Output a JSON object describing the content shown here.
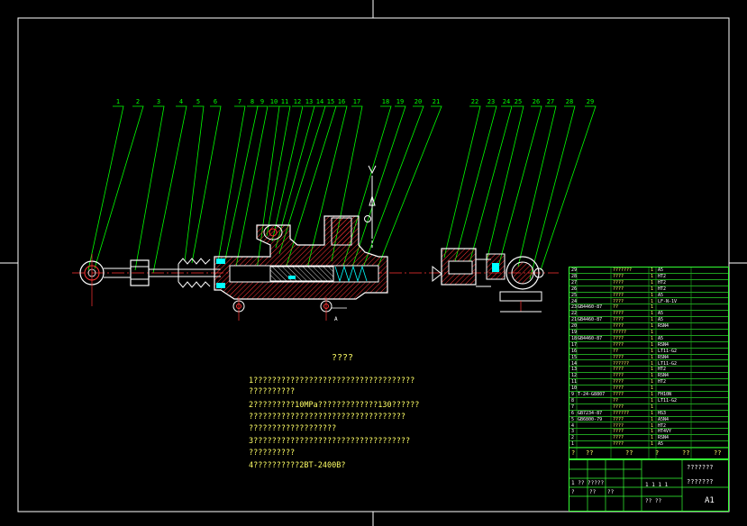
{
  "notes": {
    "title": "????",
    "lines": [
      "1???????????????????????????????????",
      "??????????",
      "2?????????10MPa?????????????130??????",
      "??????????????????????????????????",
      "???????????????????",
      "3??????????????????????????????????",
      "??????????",
      "4??????????2BT-2400B?"
    ]
  },
  "balloon_numbers": [
    "1",
    "2",
    "3",
    "4",
    "5",
    "6",
    "7",
    "8",
    "9",
    "10",
    "11",
    "12",
    "13",
    "14",
    "15",
    "16",
    "17",
    "18",
    "19",
    "20",
    "21",
    "22",
    "23",
    "24",
    "25",
    "26",
    "27",
    "28",
    "29"
  ],
  "section_labels": {
    "cut_top": "A",
    "cut_mark": "A"
  },
  "bom": {
    "rows": [
      {
        "n": "29",
        "code": "",
        "name": "???????",
        "qty": "1",
        "mat": "A5"
      },
      {
        "n": "28",
        "code": "",
        "name": "????",
        "qty": "1",
        "mat": "HT2"
      },
      {
        "n": "27",
        "code": "",
        "name": "????",
        "qty": "1",
        "mat": "HT2"
      },
      {
        "n": "26",
        "code": "",
        "name": "????",
        "qty": "1",
        "mat": "HT2"
      },
      {
        "n": "25",
        "code": "",
        "name": "????",
        "qty": "1",
        "mat": "A5"
      },
      {
        "n": "24",
        "code": "",
        "name": "????",
        "qty": "1",
        "mat": "LF-N-1V"
      },
      {
        "n": "23",
        "code": "GB4460-87",
        "name": "??",
        "qty": "1",
        "mat": ""
      },
      {
        "n": "22",
        "code": "",
        "name": "????",
        "qty": "1",
        "mat": "A5"
      },
      {
        "n": "21",
        "code": "GB4460-87",
        "name": "????",
        "qty": "1",
        "mat": "A5"
      },
      {
        "n": "20",
        "code": "",
        "name": "????",
        "qty": "1",
        "mat": "RSN4"
      },
      {
        "n": "19",
        "code": "",
        "name": "?????",
        "qty": "1",
        "mat": ""
      },
      {
        "n": "18",
        "code": "GB4460-87",
        "name": "????",
        "qty": "1",
        "mat": "A5"
      },
      {
        "n": "17",
        "code": "",
        "name": "????",
        "qty": "1",
        "mat": "RSN4"
      },
      {
        "n": "16",
        "code": "",
        "name": "??",
        "qty": "1",
        "mat": "LT11-G2"
      },
      {
        "n": "15",
        "code": "",
        "name": "????",
        "qty": "1",
        "mat": "RSN4"
      },
      {
        "n": "14",
        "code": "",
        "name": "??????",
        "qty": "1",
        "mat": "LT11-G2"
      },
      {
        "n": "13",
        "code": "",
        "name": "????",
        "qty": "1",
        "mat": "HT2"
      },
      {
        "n": "12",
        "code": "",
        "name": "????",
        "qty": "1",
        "mat": "RSN4"
      },
      {
        "n": "11",
        "code": "",
        "name": "????",
        "qty": "1",
        "mat": "HT2"
      },
      {
        "n": "10",
        "code": "",
        "name": "????",
        "qty": "1",
        "mat": ""
      },
      {
        "n": "9",
        "code": "T-24-G8807",
        "name": "????",
        "qty": "1",
        "mat": "FH10N"
      },
      {
        "n": "8",
        "code": "",
        "name": "??",
        "qty": "1",
        "mat": "LT11-G2"
      },
      {
        "n": "7",
        "code": "",
        "name": "????",
        "qty": "1",
        "mat": ""
      },
      {
        "n": "6",
        "code": "GB7234-87",
        "name": "??????",
        "qty": "1",
        "mat": "HS3"
      },
      {
        "n": "5",
        "code": "GB6800-79",
        "name": "????",
        "qty": "1",
        "mat": "A5N4"
      },
      {
        "n": "4",
        "code": "",
        "name": "????",
        "qty": "1",
        "mat": "HT2"
      },
      {
        "n": "3",
        "code": "",
        "name": "????",
        "qty": "1",
        "mat": "HT4VY"
      },
      {
        "n": "2",
        "code": "",
        "name": "????",
        "qty": "1",
        "mat": "RSN4"
      },
      {
        "n": "1",
        "code": "",
        "name": "????",
        "qty": "1",
        "mat": "A5"
      }
    ],
    "header": {
      "n": "?",
      "code": "??",
      "name": "??",
      "qty": "?",
      "mat": "??",
      "note": "??"
    }
  },
  "title_block": {
    "project": "???????",
    "drawing_name": "???????",
    "sheet": "A1",
    "row1": "1   ??  ?????",
    "row2": "1 1 1 1",
    "row3": "?? ??",
    "c1": "?",
    "c2": "??",
    "c3": "??"
  },
  "colors": {
    "frame": "#ffffff",
    "leader": "#00ff00",
    "body": "#ff3333",
    "hatch": "#ff3333",
    "outline": "#ffffff",
    "text": "#ffff66",
    "center": "#ff3333"
  }
}
